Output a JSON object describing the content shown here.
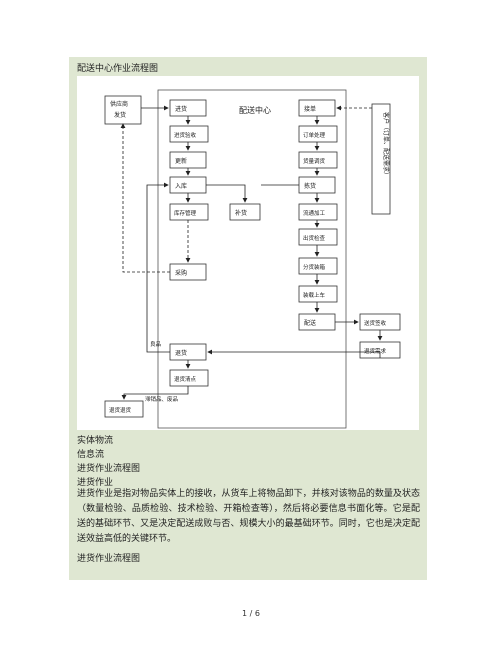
{
  "title": "配送中心作业流程图",
  "diagram": {
    "center_title": "配送中心",
    "supplier": [
      "供应商",
      "发货"
    ],
    "customer": "客户（订单、配送需求）",
    "nodes": {
      "jinhuo": "进货",
      "jinhuo_yanshou": "进货验收",
      "gengxin": "更新",
      "ruku": "入库",
      "zaicun_guanli": "库存管理",
      "buhuo": "补货",
      "caigou": "采购",
      "tuihuo": "退货",
      "tuihuo_chuli": "退货清点",
      "dingdan": "接单",
      "dingdan_chuli": "订单处理",
      "fenjian": "货量调货",
      "jianhuo": "拣货",
      "liutong_jiagong": "流通加工",
      "chuhuo_jianyan": "出货检查",
      "fenlei": "分货装箱",
      "peisong_zhuangche": "装载上车",
      "peisong": "配送",
      "songhuo_qianshou": "送货签收",
      "tuihuo_xuqiu": "退货需求",
      "tuihuo_gongying": "退货退货"
    },
    "labels": {
      "liangpin": "良品",
      "guoqi": "滞销品、废品"
    }
  },
  "lines": {
    "shiti": "实体物流",
    "xinxi": "信息流",
    "jinhuo_tu": "进货作业流程图",
    "jinhuo_zuoye": "进货作业",
    "paragraph": "进货作业是指对物品实体上的接收，从货车上将物品卸下，并核对该物品的数量及状态（数量检验、品质检验、技术检验、开箱检查等），然后将必要信息书面化等。它是配送的基础环节、又是决定配送成败与否、规模大小的最基础环节。同时，它也是决定配送效益高低的关键环节。",
    "jinhuo_tu2": "进货作业流程图"
  },
  "footer": "1 / 6"
}
